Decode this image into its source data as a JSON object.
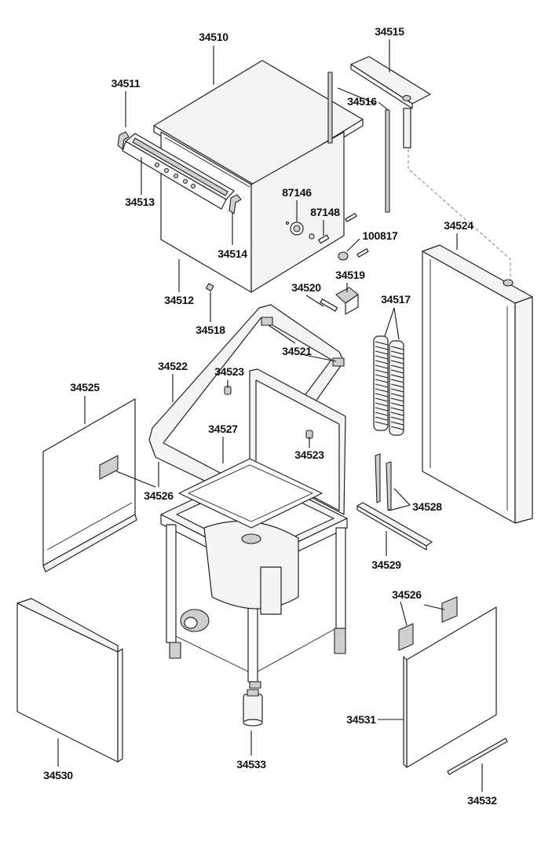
{
  "labels": {
    "p34510": "34510",
    "p34511": "34511",
    "p34513": "34513",
    "p34514": "34514",
    "p34512": "34512",
    "p34518": "34518",
    "p34515": "34515",
    "p34516": "34516",
    "p87146": "87146",
    "p87148": "87148",
    "p100817": "100817",
    "p34524": "34524",
    "p34519": "34519",
    "p34520": "34520",
    "p34517": "34517",
    "p34521": "34521",
    "p34522": "34522",
    "p34523a": "34523",
    "p34523b": "34523",
    "p34525": "34525",
    "p34527": "34527",
    "p34526a": "34526",
    "p34526b": "34526",
    "p34528": "34528",
    "p34529": "34529",
    "p34530": "34530",
    "p34531": "34531",
    "p34532": "34532",
    "p34533": "34533"
  }
}
